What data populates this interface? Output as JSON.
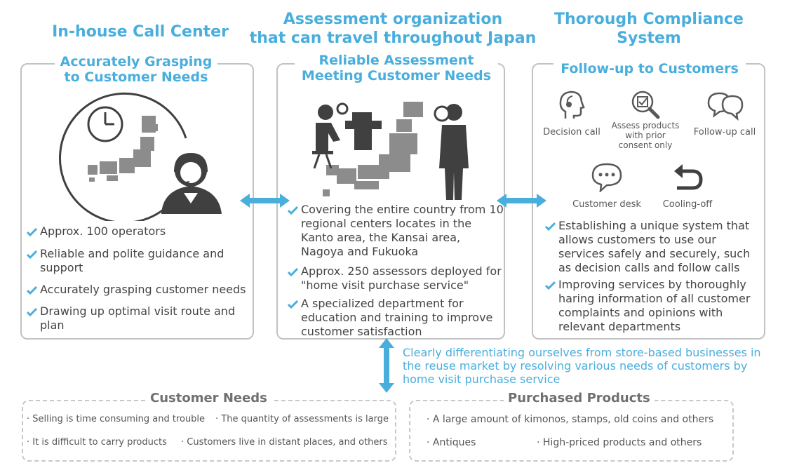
{
  "columns": [
    {
      "title": "In-house Call Center",
      "subtitle": "Accurately Grasping\nto Customer Needs",
      "bullets": [
        "Approx. 100 operators",
        "Reliable and polite guidance and support",
        "Accurately grasping customer needs",
        "Drawing up optimal visit route and plan"
      ]
    },
    {
      "title": "Assessment organization\nthat can travel throughout Japan",
      "subtitle": "Reliable Assessment\nMeeting Customer Needs",
      "bullets": [
        "Covering the entire country from 10 regional centers locates in the Kanto area, the Kansai area, Nagoya and Fukuoka",
        "Approx. 250 assessors deployed for \"home visit purchase service\"",
        "A specialized department for education and training to improve customer satisfaction"
      ]
    },
    {
      "title": "Thorough Compliance\nSystem",
      "subtitle": "Follow-up to Customers",
      "icons": [
        {
          "label": "Decision call",
          "icon": "headset-person-icon"
        },
        {
          "label": "Assess products\nwith prior\nconsent only",
          "icon": "magnifier-check-icon"
        },
        {
          "label": "Follow-up call",
          "icon": "speech-bubbles-icon"
        },
        {
          "label": "Customer desk",
          "icon": "chat-bubble-icon"
        },
        {
          "label": "Cooling-off",
          "icon": "return-arrow-icon"
        }
      ],
      "bullets": [
        "Establishing a unique system that allows customers to use our services safely and securely, such as decision calls and follow calls",
        "Improving services by thoroughly haring information of all customer complaints and opinions with relevant departments"
      ]
    }
  ],
  "differentiation": "Clearly differentiating ourselves from store-based businesses in the reuse market by resolving various needs of customers by home visit purchase service",
  "customer_needs": {
    "title": "Customer Needs",
    "items": [
      "Selling is time consuming and trouble",
      "The quantity of assessments is large",
      "It is difficult to carry products",
      "Customers live in distant places, and others"
    ]
  },
  "purchased_products": {
    "title": "Purchased Products",
    "items": [
      "A large amount of kimonos, stamps, old coins and others",
      "Antiques",
      "High-priced products and others"
    ]
  },
  "colors": {
    "accent": "#4aaedd",
    "icon_gray": "#595959",
    "map_gray": "#8c8c8c"
  }
}
